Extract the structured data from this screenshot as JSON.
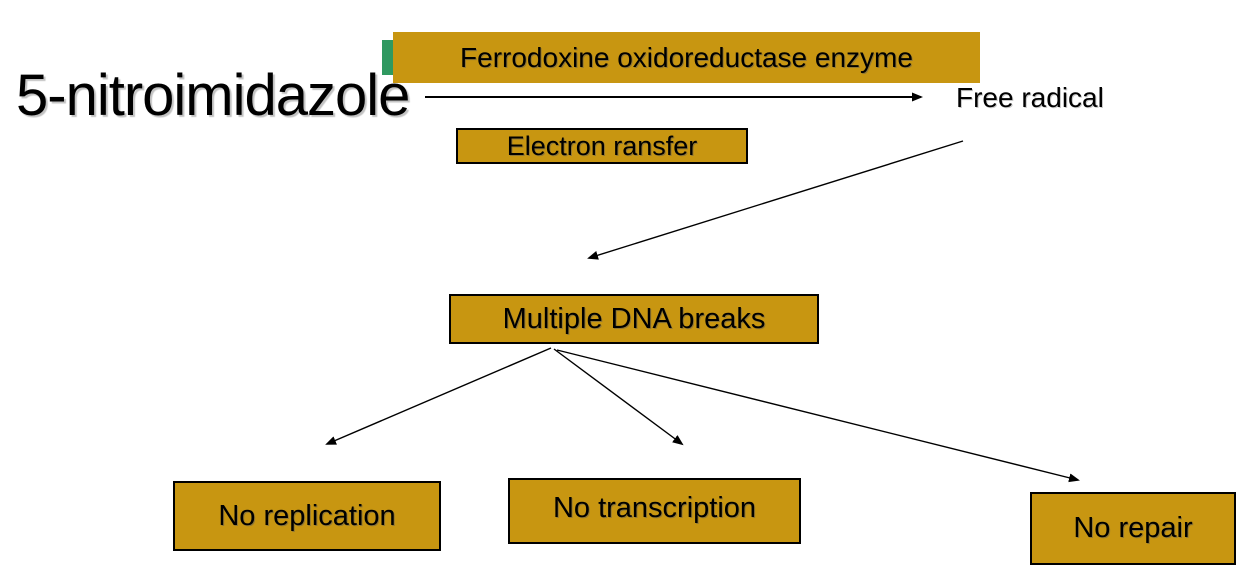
{
  "diagram": {
    "title": "5-nitroimidazole",
    "nodes": {
      "enzyme": "Ferrodoxine oxidoreductase enzyme",
      "electron_transfer": "Electron ransfer",
      "free_radical": "Free radical",
      "dna_breaks": "Multiple DNA breaks",
      "no_replication": "No replication",
      "no_transcription": "No transcription",
      "no_repair": "No repair"
    },
    "colors": {
      "box_fill": "#C89611",
      "box_border": "#000000",
      "accent_green": "#2F9960",
      "arrow": "#000000",
      "text": "#000000",
      "background": "#FFFFFF"
    }
  }
}
